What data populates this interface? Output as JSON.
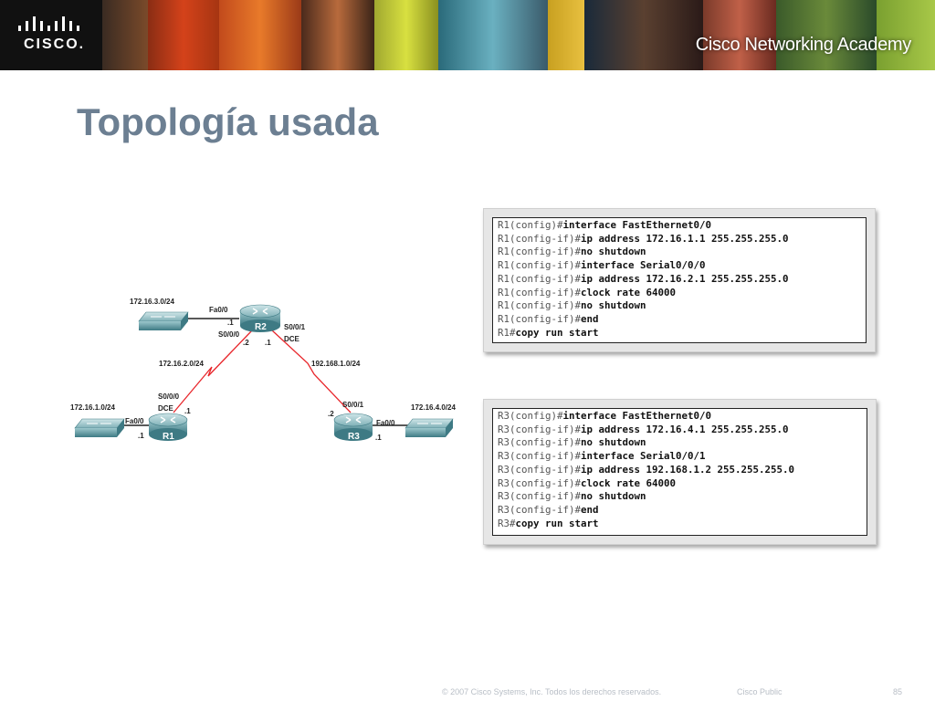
{
  "header": {
    "logo_text": "CISCO.",
    "academy_text": "Cisco Networking Academy",
    "logo_icon": "cisco-bars-icon"
  },
  "title": "Topología usada",
  "diagram": {
    "routers": [
      {
        "name": "R2"
      },
      {
        "name": "R1"
      },
      {
        "name": "R3"
      }
    ],
    "switch_icon": "switch-icon",
    "router_icon": "router-icon",
    "networks": {
      "lan_r2": "172.16.3.0/24",
      "lan_r1": "172.16.1.0/24",
      "lan_r3": "172.16.4.0/24",
      "wan_r1_r2": "172.16.2.0/24",
      "wan_r2_r3": "192.168.1.0/24"
    },
    "labels": {
      "r2_fa": "Fa0/0",
      "r2_fa_host": ".1",
      "r2_s000": "S0/0/0",
      "r2_s000_host": ".2",
      "r2_s001": "S0/0/1",
      "r2_dce": "DCE",
      "r2_s001_host": ".1",
      "r1_s000": "S0/0/0",
      "r1_dce": "DCE",
      "r1_s000_host": ".1",
      "r1_fa": "Fa0/0",
      "r1_fa_host": ".1",
      "r3_s001": "S0/0/1",
      "r3_s001_host": ".2",
      "r3_fa": "Fa0/0",
      "r3_fa_host": ".1"
    },
    "colors": {
      "serial_link": "#e8262b",
      "ethernet_link": "#222222",
      "device": "#4f8a95"
    }
  },
  "config_r1": [
    {
      "prompt": "R1(config)#",
      "cmd": "interface FastEthernet0/0"
    },
    {
      "prompt": "R1(config-if)#",
      "cmd": "ip address 172.16.1.1 255.255.255.0"
    },
    {
      "prompt": "R1(config-if)#",
      "cmd": "no shutdown"
    },
    {
      "prompt": "R1(config-if)#",
      "cmd": "interface Serial0/0/0"
    },
    {
      "prompt": "R1(config-if)#",
      "cmd": "ip address 172.16.2.1 255.255.255.0"
    },
    {
      "prompt": "R1(config-if)#",
      "cmd": "clock rate 64000"
    },
    {
      "prompt": "R1(config-if)#",
      "cmd": "no shutdown"
    },
    {
      "prompt": "R1(config-if)#",
      "cmd": "end"
    },
    {
      "prompt": "R1#",
      "cmd": "copy run start"
    }
  ],
  "config_r3": [
    {
      "prompt": "R3(config)#",
      "cmd": "interface FastEthernet0/0"
    },
    {
      "prompt": "R3(config-if)#",
      "cmd": "ip address 172.16.4.1 255.255.255.0"
    },
    {
      "prompt": "R3(config-if)#",
      "cmd": "no shutdown"
    },
    {
      "prompt": "R3(config-if)#",
      "cmd": "interface Serial0/0/1"
    },
    {
      "prompt": "R3(config-if)#",
      "cmd": "ip address 192.168.1.2 255.255.255.0"
    },
    {
      "prompt": "R3(config-if)#",
      "cmd": "clock rate 64000"
    },
    {
      "prompt": "R3(config-if)#",
      "cmd": "no shutdown"
    },
    {
      "prompt": "R3(config-if)#",
      "cmd": "end"
    },
    {
      "prompt": "R3#",
      "cmd": "copy run start"
    }
  ],
  "footer": {
    "copyright": "© 2007 Cisco Systems, Inc. Todos los derechos reservados.",
    "classification": "Cisco Public",
    "page_number": "85"
  }
}
